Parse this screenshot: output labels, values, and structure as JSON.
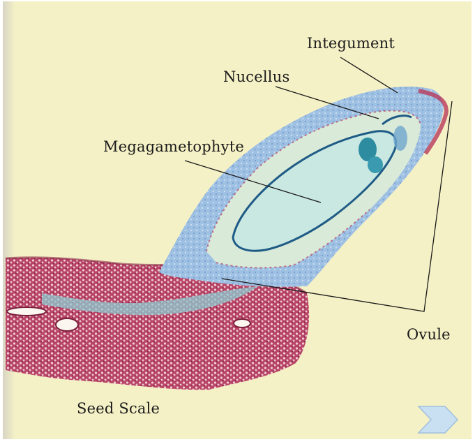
{
  "labels": {
    "integument": "Integument",
    "nucellus": "Nucellus",
    "megagametophyte": "Megagametophyte",
    "ovule": "Ovule",
    "seed_scale": "Seed Scale"
  },
  "nav": {
    "next_icon": "chevron-right-icon"
  },
  "colors": {
    "background": "#f5f1c6",
    "tissue_red": "#a83a5a",
    "tissue_blue": "#8fb0d8",
    "tissue_teal": "#7cc6c4",
    "nav_button": "#c9e0f3"
  }
}
